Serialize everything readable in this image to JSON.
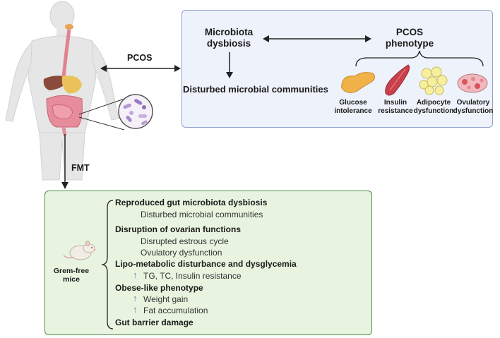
{
  "top_box": {
    "microbiota_line1": "Microbiota",
    "microbiota_line2": "dysbiosis",
    "pcos_line1": "PCOS",
    "pcos_line2": "phenotype",
    "disturbed": "Disturbed microbial communities",
    "phenotypes": [
      {
        "line1": "Glucose",
        "line2": "intolerance"
      },
      {
        "line1": "Insulin",
        "line2": "resistance"
      },
      {
        "line1": "Adipocyte",
        "line2": "dysfunction"
      },
      {
        "line1": "Ovulatory",
        "line2": "dysfunction"
      }
    ]
  },
  "pcos_label": "PCOS",
  "fmt_label": "FMT",
  "mice_line1": "Grem-free",
  "mice_line2": "mice",
  "findings": {
    "reproduced": "Reproduced gut microbiota dysbiosis",
    "reproduced_sub": "Disturbed microbial communities",
    "ovarian": "Disruption of ovarian functions",
    "ovarian_sub1": "Disrupted estrous cycle",
    "ovarian_sub2": "Ovulatory dysfunction",
    "lipo": "Lipo-metabolic disturbance and dysglycemia",
    "lipo_sub": "TG, TC, Insulin resistance",
    "obese": "Obese-like phenotype",
    "obese_sub1": "Weight gain",
    "obese_sub2": "Fat accumulation",
    "gut": "Gut barrier damage"
  },
  "colors": {
    "top_fill": "#eef2fa",
    "top_border": "#8fa3c9",
    "bottom_fill": "#e8f4df",
    "bottom_border": "#4e8d48",
    "arrow_up": "#6a7fa8"
  }
}
